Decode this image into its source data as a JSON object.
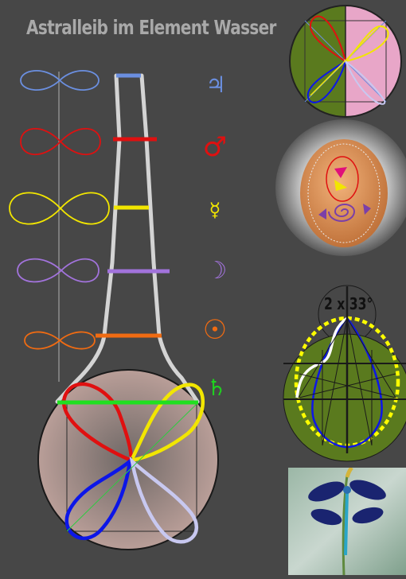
{
  "title": "Astralleib im Element Wasser",
  "angle_label": "2 x 33°",
  "planets": [
    {
      "name": "jupiter-symbol",
      "symbol": "♃",
      "color": "#6b8fe0"
    },
    {
      "name": "mars-symbol",
      "symbol": "♂",
      "color": "#e01010"
    },
    {
      "name": "mercury-symbol",
      "symbol": "☿",
      "color": "#f2e600"
    },
    {
      "name": "moon-symbol",
      "symbol": "☽",
      "color": "#a273dc"
    },
    {
      "name": "sun-symbol",
      "symbol": "☉",
      "color": "#f06b12"
    },
    {
      "name": "saturn-symbol",
      "symbol": "♄",
      "color": "#20d020"
    }
  ],
  "colors": {
    "background": "#474747",
    "stem": "#d4d4d4",
    "jupiter": "#6b8fe0",
    "mars": "#e01010",
    "mercury": "#f2e600",
    "moon": "#a273dc",
    "sun": "#f06b12",
    "saturn": "#20d020",
    "lobe_blue": "#0c16e8",
    "lobe_lilac": "#c8c8f0",
    "disk": "#a88f8b",
    "green_disk": "#5a7a1e",
    "pink": "#e8a6c8"
  }
}
